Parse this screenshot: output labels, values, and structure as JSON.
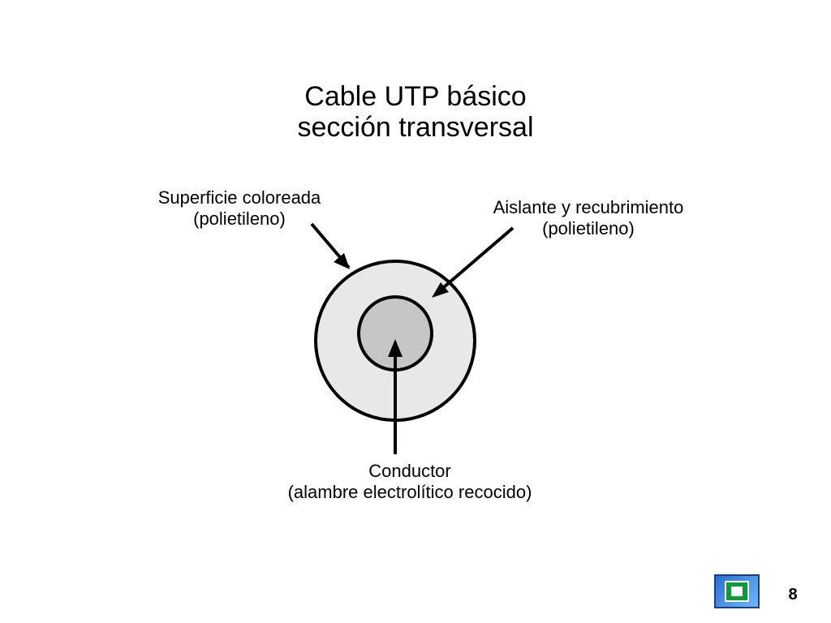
{
  "title": {
    "line1": "Cable UTP básico",
    "line2": "sección transversal"
  },
  "labels": {
    "superficie": {
      "line1": "Superficie coloreada",
      "line2": "(polietileno)"
    },
    "aislante": {
      "line1": "Aislante y recubrimiento",
      "line2": "(polietileno)"
    },
    "conductor": {
      "line1": "Conductor",
      "line2": "(alambre electrolítico recocido)"
    }
  },
  "colors": {
    "outer_fill": "#e8e8e8",
    "inner_fill": "#c6c6c6",
    "stroke": "#000000"
  },
  "footer": {
    "page_number": "8",
    "logo_icon": "logo-icon"
  }
}
